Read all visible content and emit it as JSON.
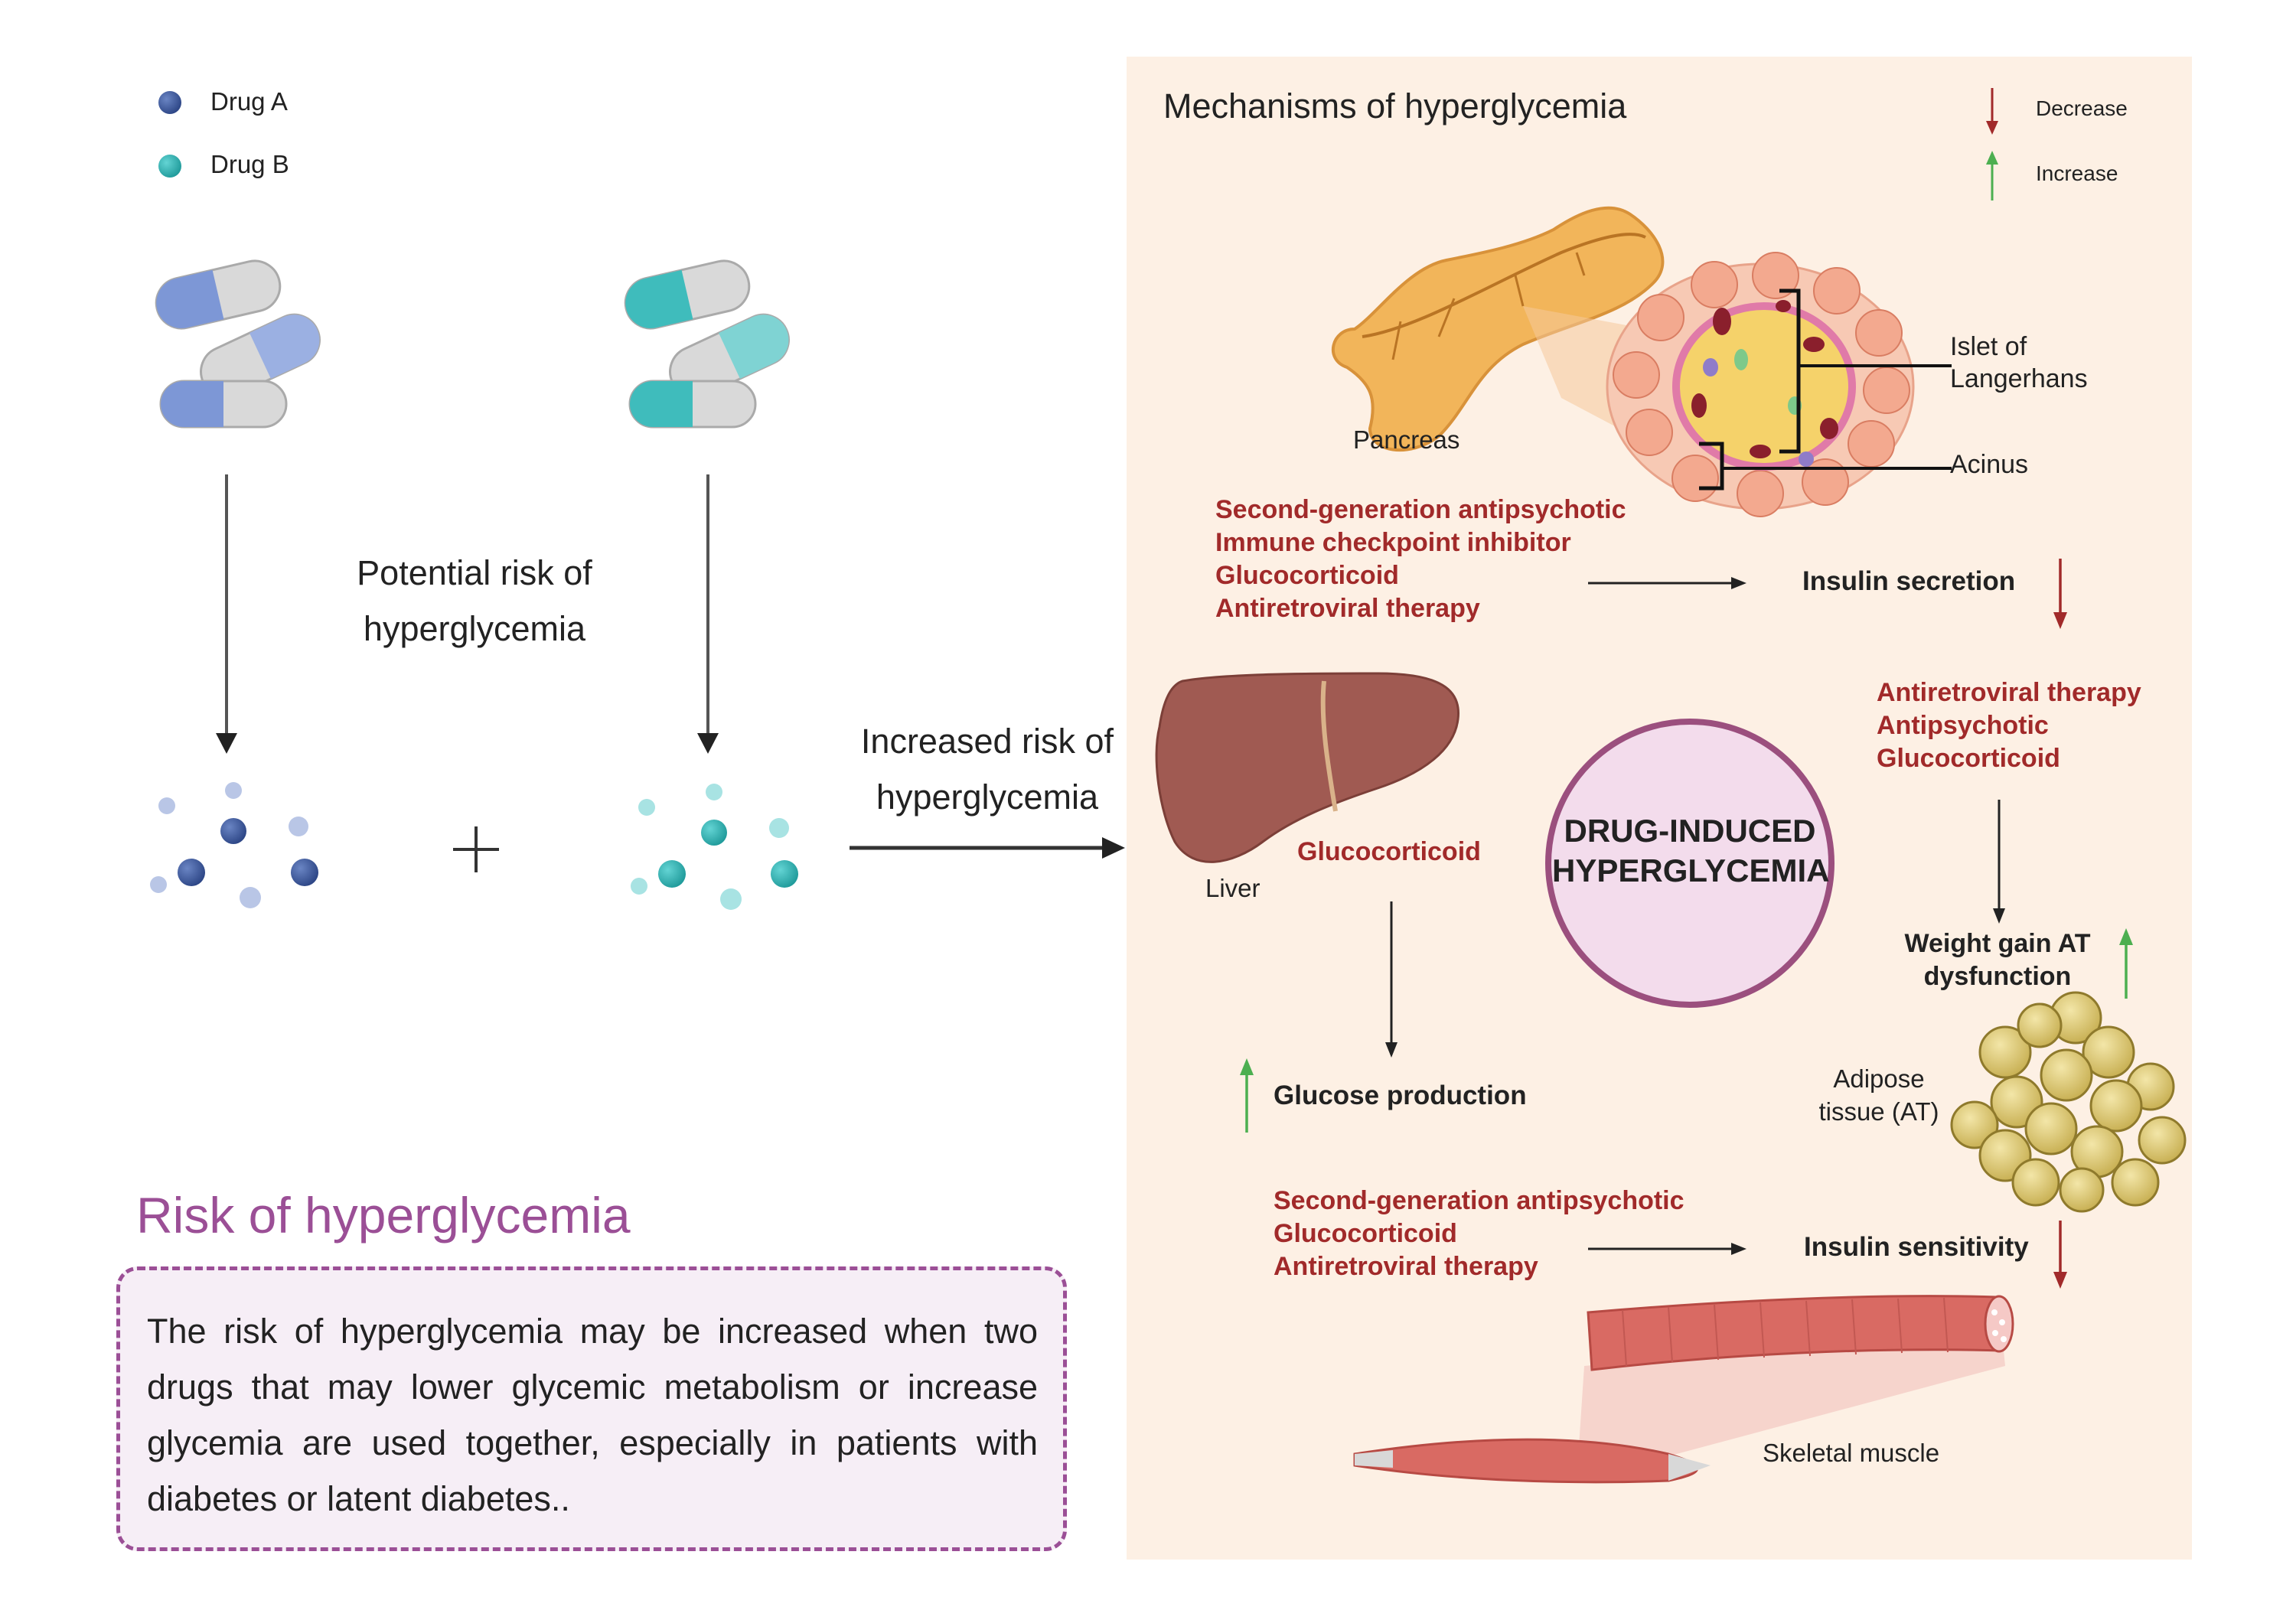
{
  "legend": {
    "drug_a": {
      "label": "Drug A",
      "color": "#3f5a99"
    },
    "drug_b": {
      "label": "Drug B",
      "color": "#33b3b3"
    }
  },
  "left": {
    "potential_risk": [
      "Potential risk of",
      "hyperglycemia"
    ],
    "plus_symbol": "+",
    "increased_risk": [
      "Increased risk of",
      "hyperglycemia"
    ]
  },
  "risk_box": {
    "title": "Risk of hyperglycemia",
    "body": "The risk of hyperglycemia may be increased when two drugs that may lower glycemic metabolism or increase glycemia are used together, especially in patients with diabetes or latent diabetes.."
  },
  "mechanisms": {
    "title": "Mechanisms of hyperglycemia",
    "legend": {
      "decrease": "Decrease",
      "increase": "Increase"
    },
    "pancreas": {
      "label": "Pancreas",
      "islet_label": [
        "Islet of",
        "Langerhans"
      ],
      "acinus_label": "Acinus",
      "drugs": [
        "Second-generation antipsychotic",
        "Immune checkpoint inhibitor",
        "Glucocorticoid",
        "Antiretroviral therapy"
      ],
      "effect": "Insulin secretion",
      "direction": "decrease"
    },
    "center": {
      "line1": "DRUG-INDUCED",
      "line2": "HYPERGLYCEMIA"
    },
    "liver": {
      "label": "Liver",
      "drug": "Glucocorticoid",
      "effect": "Glucose production",
      "direction": "increase"
    },
    "adipose": {
      "drugs": [
        "Antiretroviral therapy",
        "Antipsychotic",
        "Glucocorticoid"
      ],
      "effect": [
        "Weight gain AT",
        "dysfunction"
      ],
      "label": [
        "Adipose",
        "tissue (AT)"
      ],
      "direction": "increase"
    },
    "muscle": {
      "drugs": [
        "Second-generation antipsychotic",
        "Glucocorticoid",
        "Antiretroviral therapy"
      ],
      "effect": "Insulin sensitivity",
      "label": "Skeletal muscle",
      "direction": "decrease"
    }
  },
  "colors": {
    "panel_bg": "#fdf0e4",
    "drug_red": "#a12a2a",
    "increase_green": "#4caf50",
    "decrease_red": "#a12a2a",
    "circle_fill": "#f3dcec",
    "circle_stroke": "#9b4f7e",
    "risk_purple": "#9b4f96"
  }
}
